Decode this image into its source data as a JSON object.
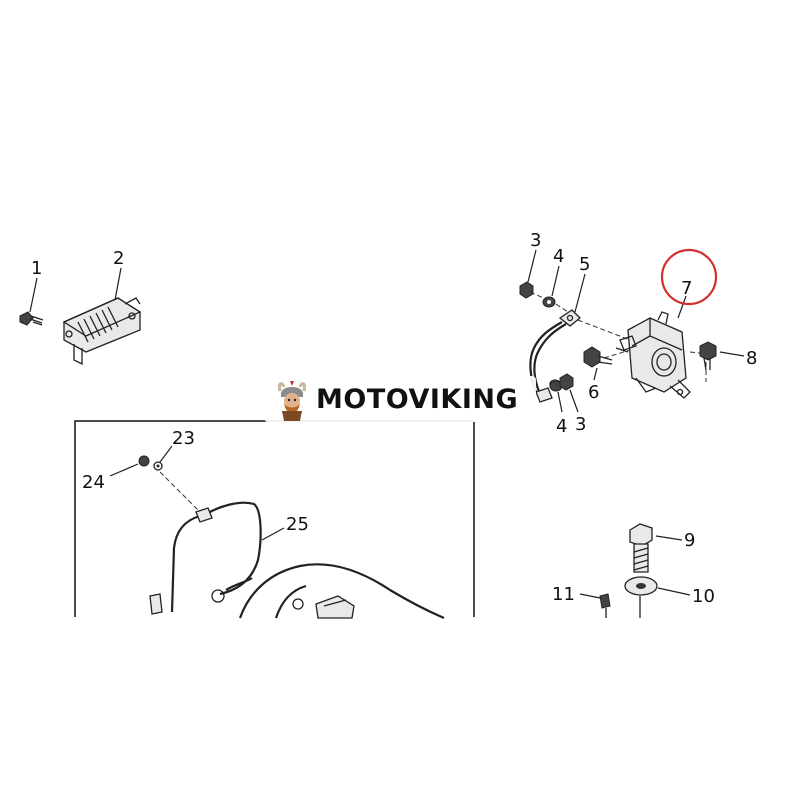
{
  "callouts": {
    "c1": "1",
    "c2": "2",
    "c3a": "3",
    "c4a": "4",
    "c5": "5",
    "c7": "7",
    "c8": "8",
    "c6": "6",
    "c4b": "4",
    "c3b": "3",
    "c23": "23",
    "c24": "24",
    "c25": "25",
    "c9": "9",
    "c10": "10",
    "c11": "11"
  },
  "highlight": {
    "circled_callout": "7",
    "color": "#d32f2f"
  },
  "watermark": {
    "text": "MOTOVIKING",
    "logo_icon": "viking-mascot-icon"
  },
  "colors": {
    "line": "#222222",
    "background": "#ffffff"
  }
}
